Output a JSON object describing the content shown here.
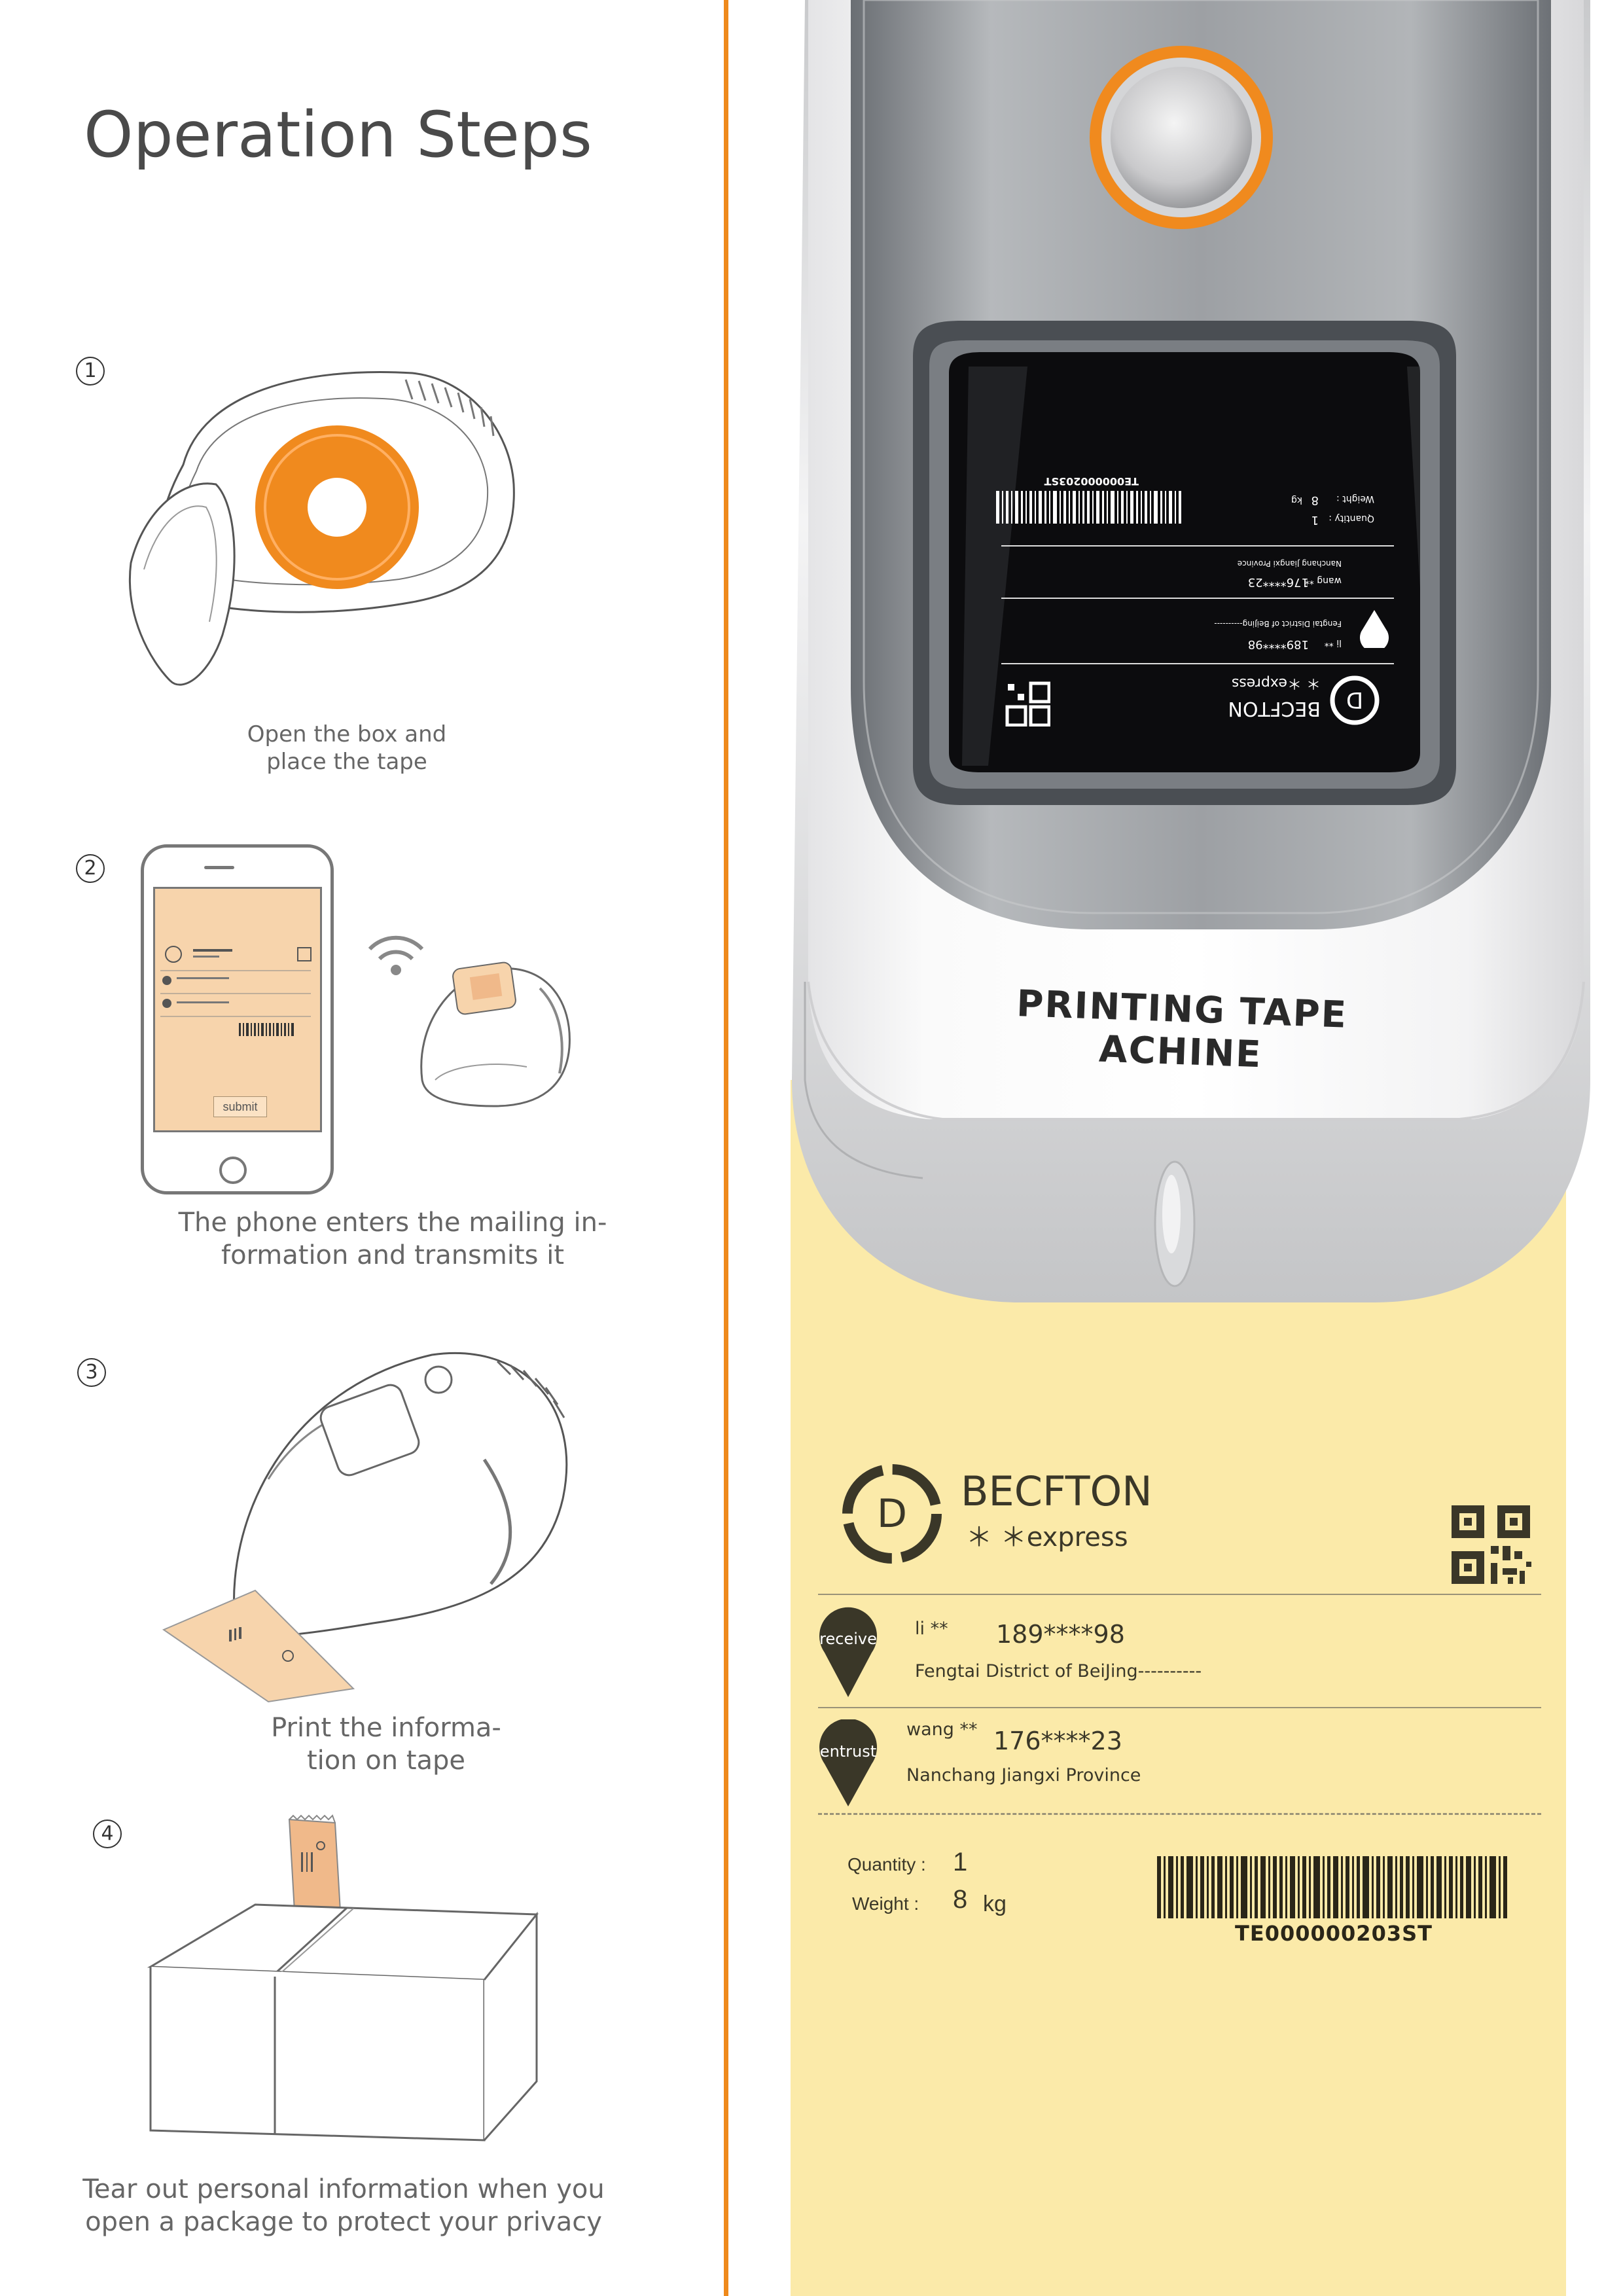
{
  "page": {
    "title": "Operation Steps"
  },
  "steps": [
    {
      "number": "1",
      "caption_l1": "Open the box and",
      "caption_l2": "place the tape"
    },
    {
      "number": "2",
      "caption_l1": "The phone enters the mailing in-",
      "caption_l2": "formation and transmits it",
      "phone_button": "submit"
    },
    {
      "number": "3",
      "caption_l1": "Print  the  informa-",
      "caption_l2": "tion on tape"
    },
    {
      "number": "4",
      "caption_l1": "Tear out personal information when you",
      "caption_l2": "open a package to protect your privacy"
    }
  ],
  "machine": {
    "label": "PRINTING TAPE  ACHINE"
  },
  "label": {
    "logo_letter": "D",
    "brand": "BECFTON",
    "service": "＊  ＊express",
    "receive": {
      "pin": "receive",
      "name": "li **",
      "phone": "189****98",
      "address": "Fengtai District of BeiJing----------"
    },
    "entrust": {
      "pin": "entrust",
      "name": "wang **",
      "phone": "176****23",
      "address": "Nanchang Jiangxi Province"
    },
    "quantity_label": "Quantity :",
    "quantity_value": "1",
    "weight_label": "Weight :",
    "weight_value": "8",
    "weight_unit": "kg",
    "tracking": "TE000000203ST"
  },
  "colors": {
    "accent": "#ef8a1c",
    "tape": "#fbeaa9",
    "ink": "#3a3728",
    "step_highlight": "#f7d4ac"
  }
}
